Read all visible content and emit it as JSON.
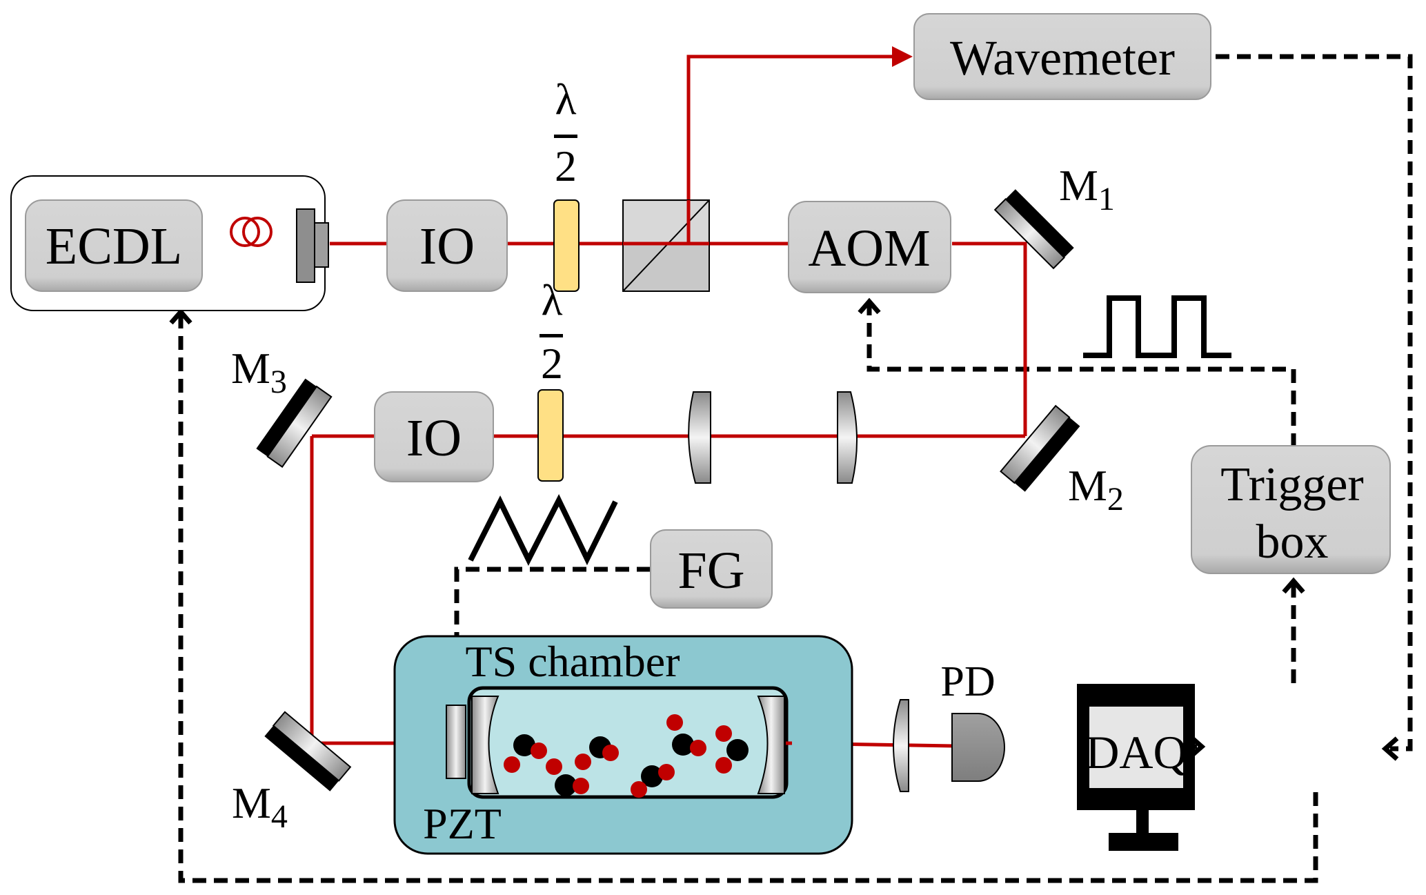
{
  "diagram": {
    "title": "Cavity ring-down / TS chamber optical setup",
    "components": {
      "ecdl": "ECDL",
      "io_top": "IO",
      "io_bottom": "IO",
      "half_wave_top_num": "λ",
      "half_wave_top_den": "2",
      "half_wave_bottom_num": "λ",
      "half_wave_bottom_den": "2",
      "aom": "AOM",
      "wavemeter": "Wavemeter",
      "trigger_box_line1": "Trigger",
      "trigger_box_line2": "box",
      "fg": "FG",
      "ts_chamber": "TS chamber",
      "pzt": "PZT",
      "pd": "PD",
      "daq": "DAQ"
    },
    "mirrors": [
      {
        "name": "M",
        "sub": "1"
      },
      {
        "name": "M",
        "sub": "2"
      },
      {
        "name": "M",
        "sub": "3"
      },
      {
        "name": "M",
        "sub": "4"
      }
    ],
    "colors": {
      "beam": "#c00000",
      "box_fill": "#d0d0d0",
      "waveplate": "#ffe085",
      "chamber_outer": "#8cc8d0",
      "chamber_inner": "#bce3e6",
      "atom_black": "#000000",
      "atom_red": "#c00000",
      "detector": "#909090",
      "daq_screen": "#e6e6e6"
    }
  }
}
